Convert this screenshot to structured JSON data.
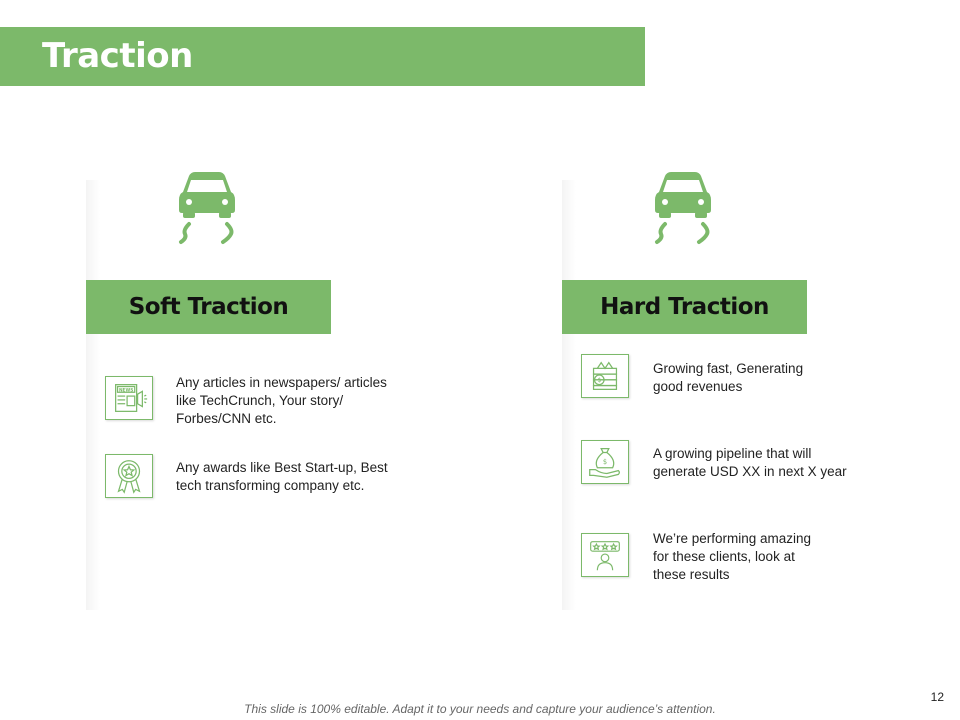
{
  "slide": {
    "title": "Traction",
    "page_number": "12",
    "footer": "This slide is 100% editable. Adapt it to your needs and capture your audience’s attention.",
    "accent_color": "#7cb96a"
  },
  "soft": {
    "heading": "Soft Traction",
    "icon": "car-skid-icon",
    "items": [
      {
        "icon": "newspaper-icon",
        "text": "Any articles in newspapers/ articles\nlike TechCrunch, Your story/\nForbes/CNN etc."
      },
      {
        "icon": "award-badge-icon",
        "text": "Any awards like Best Start-up, Best\ntech transforming company etc."
      }
    ]
  },
  "hard": {
    "heading": "Hard Traction",
    "icon": "car-skid-icon",
    "items": [
      {
        "icon": "money-stack-icon",
        "text": "Growing fast, Generating\ngood revenues"
      },
      {
        "icon": "money-bag-hand-icon",
        "text": "A growing pipeline that will\ngenerate USD XX in next X year"
      },
      {
        "icon": "client-rating-icon",
        "text": "We’re performing amazing\nfor these clients, look at\nthese results"
      }
    ]
  }
}
